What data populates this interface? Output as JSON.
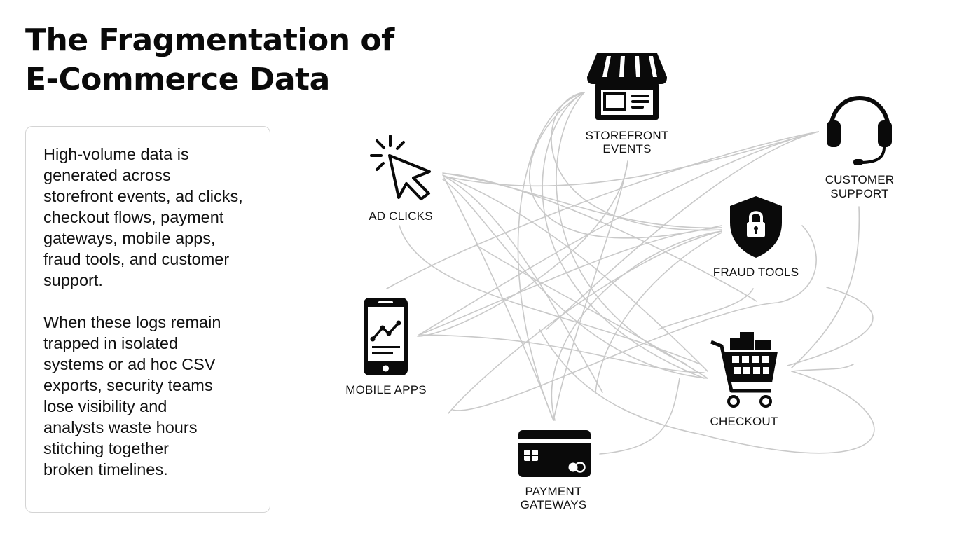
{
  "title": {
    "line1": "The Fragmentation of",
    "line2": "E-Commerce Data"
  },
  "description": {
    "paragraph1": "High-volume data is\ngenerated across\nstorefront events, ad clicks,\ncheckout flows, payment\ngateways, mobile apps,\nfraud tools, and customer\nsupport.",
    "paragraph2": "When these logs remain\ntrapped in isolated\nsystems or ad hoc CSV\nexports, security teams\nlose visibility and\nanalysts waste hours\nstitching together\nbroken timelines."
  },
  "colors": {
    "text": "#0b0b0b",
    "connector": "#c9c9c9",
    "panel_border": "#d4d4d4",
    "icon": "#0a0a0a"
  },
  "nodes": {
    "storefront": {
      "label_line1": "STOREFRONT",
      "label_line2": "EVENTS",
      "icon": "storefront-icon"
    },
    "customer_support": {
      "label_line1": "CUSTOMER",
      "label_line2": "SUPPORT",
      "icon": "headset-icon"
    },
    "ad_clicks": {
      "label_line1": "AD CLICKS",
      "icon": "cursor-click-icon"
    },
    "fraud_tools": {
      "label_line1": "FRAUD TOOLS",
      "icon": "shield-lock-icon"
    },
    "mobile_apps": {
      "label_line1": "MOBILE APPS",
      "icon": "smartphone-chart-icon"
    },
    "checkout": {
      "label_line1": "CHECKOUT",
      "icon": "shopping-cart-icon"
    },
    "payment_gateways": {
      "label_line1": "PAYMENT",
      "label_line2": "GATEWAYS",
      "icon": "credit-card-icon"
    }
  }
}
